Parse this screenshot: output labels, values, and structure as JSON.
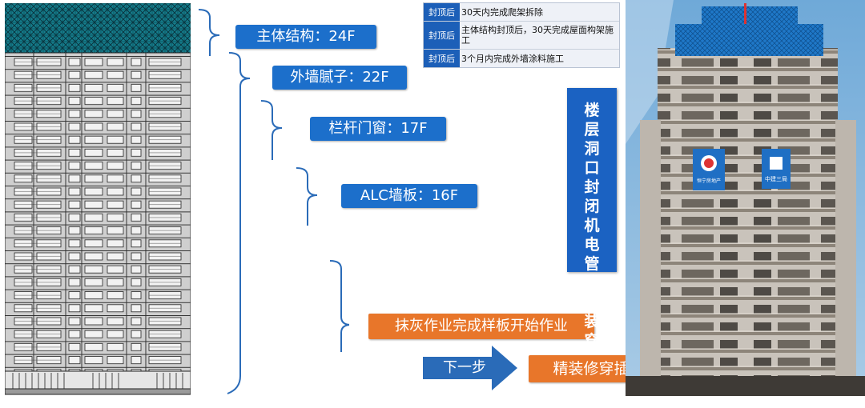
{
  "labels": {
    "structure": "主体结构：24F",
    "putty": "外墙腻子：22F",
    "railing": "栏杆门窗：17F",
    "alc": "ALC墙板：16F",
    "plaster": "抹灰作业完成样板开始作业"
  },
  "info_table": {
    "rows": [
      {
        "tag": "封顶后",
        "text": "30天内完成爬架拆除"
      },
      {
        "tag": "封顶后",
        "text": "主体结构封顶后，30天完成屋面构架施工"
      },
      {
        "tag": "封顶后",
        "text": "3个月内完成外墙涂料施工"
      }
    ]
  },
  "side_box": {
    "text": "楼层洞口封闭机电管线安装穿插作业"
  },
  "next_step": {
    "arrow_label": "下一步",
    "target": "精装修穿插及外立面涂料同步开展"
  },
  "photo": {
    "sign_left": "恒宁房地产",
    "sign_right": "中建三局"
  },
  "colors": {
    "blue_label": "#1c6fcb",
    "orange_label": "#e8762a",
    "arrow": "#2a6bb8",
    "mesh": "#1a8a9a"
  }
}
